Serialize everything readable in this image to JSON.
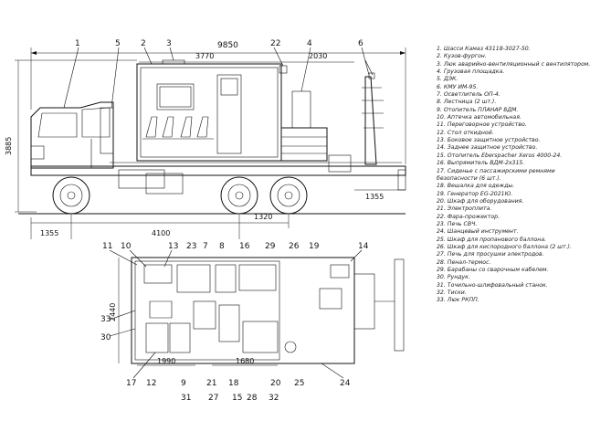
{
  "dimensions": {
    "overall_length": "9850",
    "body_length": "3770",
    "rear_section": "2030",
    "height": "3885",
    "front_overhang": "1355",
    "wheelbase_front": "4100",
    "wheelbase_rear": "1320",
    "rear_overhang": "1355",
    "floor_width": "2440",
    "floor_a": "1990",
    "floor_b": "1680"
  },
  "callouts_side": [
    "1",
    "5",
    "2",
    "3",
    "22",
    "4",
    "6"
  ],
  "callouts_plan_top": [
    "11",
    "10",
    "13",
    "23",
    "7",
    "8",
    "16",
    "29",
    "26",
    "19",
    "14"
  ],
  "callouts_plan_left": [
    "33",
    "30"
  ],
  "callouts_plan_bottom": [
    "17",
    "12",
    "9",
    "21",
    "18",
    "20",
    "25",
    "24",
    "31",
    "27",
    "15",
    "28",
    "32"
  ],
  "legend": [
    "1. Шасси Камаз 43118-3027-50.",
    "2. Кузов-фургон.",
    "3. Люк аварийно-вентиляционный с вентилятором.",
    "4. Грузовая площадка.",
    "5. ДЭК.",
    "6. КМУ ИМ-95.",
    "7. Осветлитель ОП-4.",
    "8. Лестница (2 шт.).",
    "9. Отопитель ПЛАНАР 8ДМ.",
    "10. Аптечка автомобильная.",
    "11. Переговорное устройство.",
    "12. Стол откидной.",
    "13. Боковое защитное устройство.",
    "14. Заднее защитное устройство.",
    "15. Отопитель Eberspacher Xeros 4000-24.",
    "16. Выпрямитель ВДМ-2х315.",
    "17. Сиденье с пассажирскими ремнями",
    "безопасности (6 шт.).",
    "18. Вешалка для одежды.",
    "19. Генератор ЕG-2021Ю.",
    "20. Шкаф для оборудования.",
    "21. Электроплита.",
    "22. Фара-прожектор.",
    "23. Печь СВЧ.",
    "24. Шанцевый инструмент.",
    "25. Шкаф для пропанового баллона.",
    "26. Шкаф для кислородного баллона (2 шт.).",
    "27. Печь для просушки электродов.",
    "28. Пенал-термос.",
    "29. Барабаны со сварочным кабелем.",
    "30. Рундук.",
    "31. Точильно-шлифовальный станок.",
    "32. Тиски.",
    "33. Люк РКПП."
  ]
}
